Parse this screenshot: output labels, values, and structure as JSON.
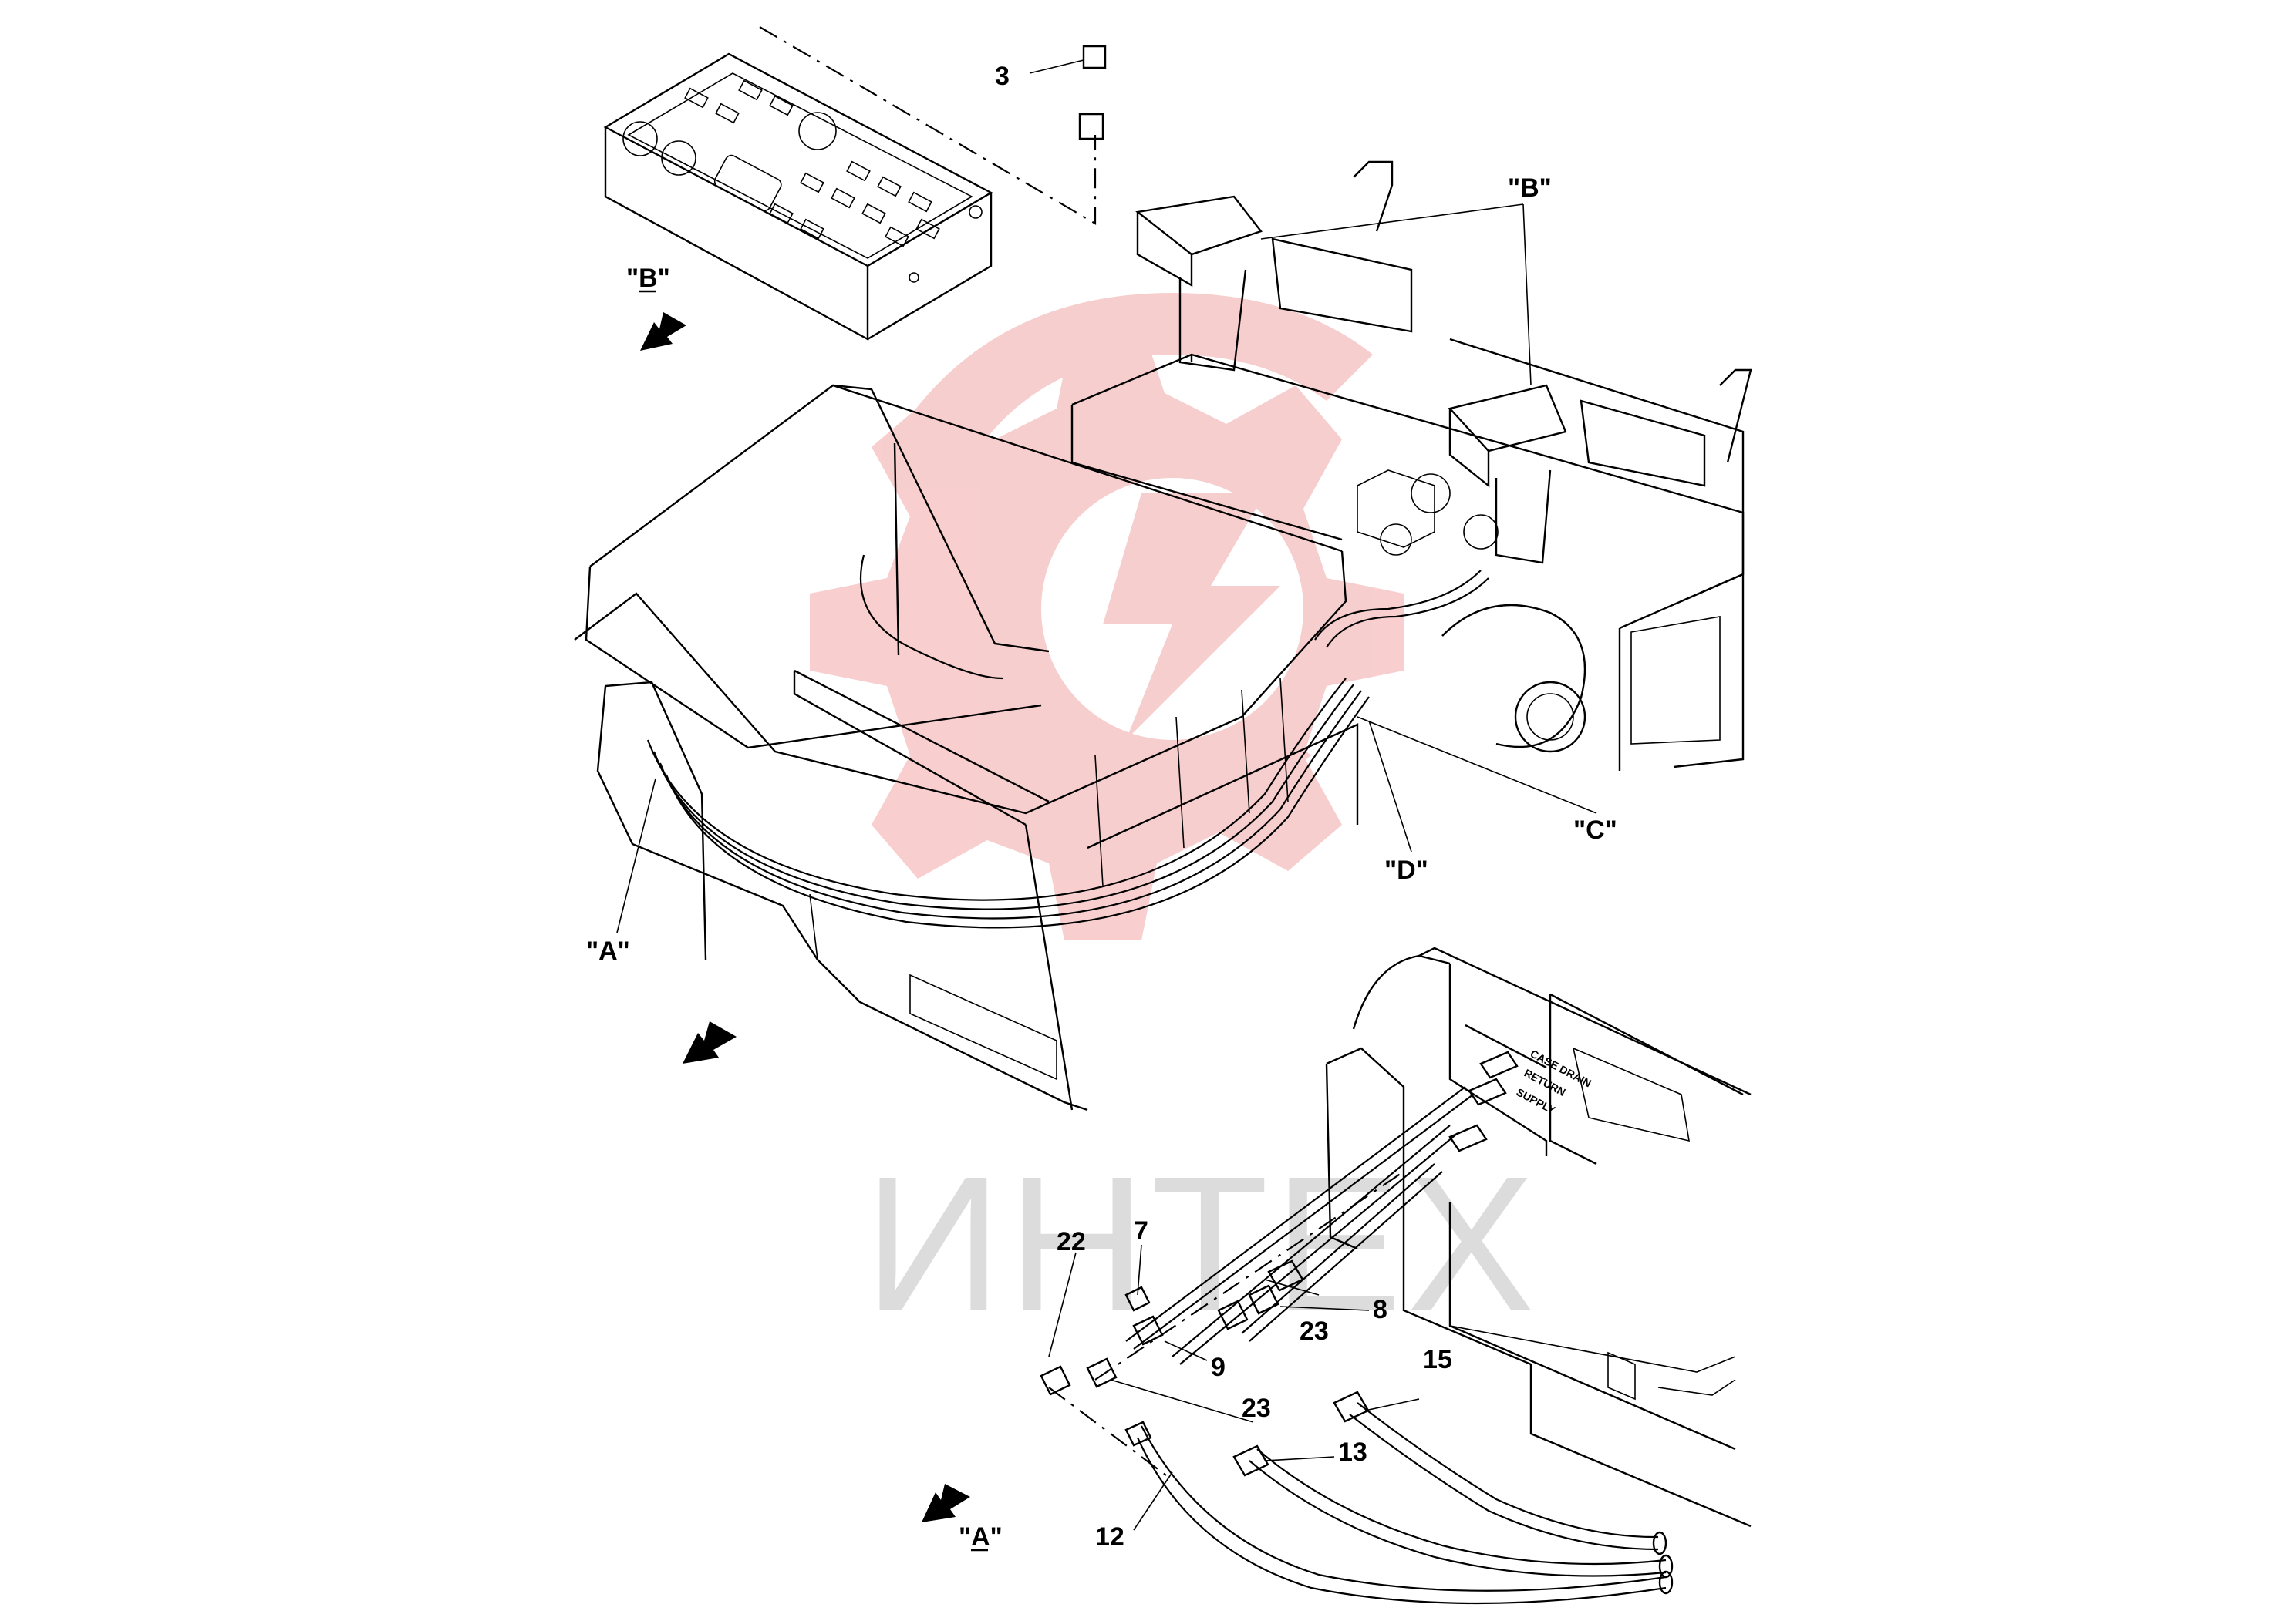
{
  "figure": {
    "view_labels": {
      "B_top": "\"B\"",
      "B_view": "\"B\"",
      "A_callout": "\"A\"",
      "A_view": "\"A\"",
      "C_callout": "\"C\"",
      "D_callout": "\"D\""
    },
    "part_numbers": {
      "p3": "3",
      "p7": "7",
      "p8": "8",
      "p9": "9",
      "p12": "12",
      "p13": "13",
      "p15": "15",
      "p22": "22",
      "p23a": "23",
      "p23b": "23"
    },
    "port_labels": [
      "CASE DRAIN",
      "RETURN",
      "SUPPLY"
    ],
    "watermark_text": "ИНТЕХ"
  },
  "colors": {
    "line": "#000000",
    "watermark_red": "#f7c9c9",
    "watermark_grey": "#dcdcdc"
  }
}
